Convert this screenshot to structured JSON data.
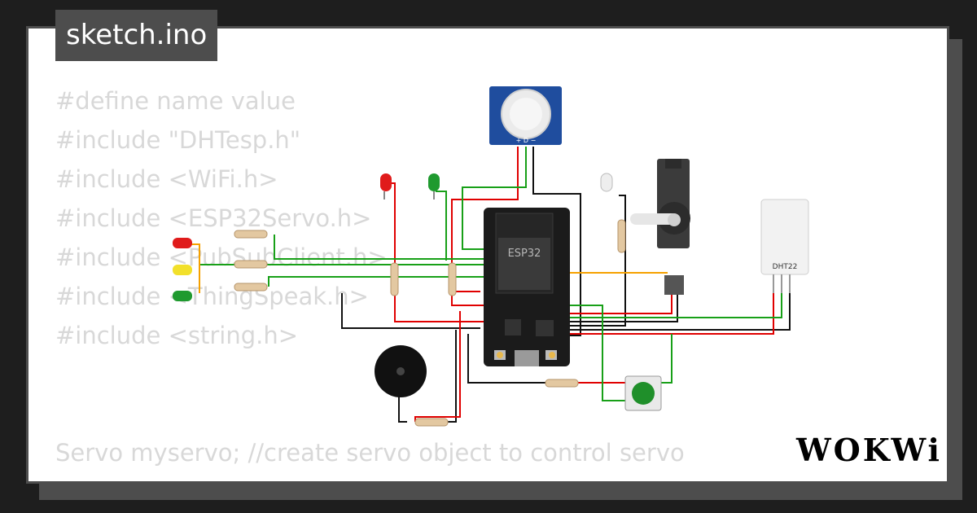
{
  "file_tab": {
    "label": "sketch.ino"
  },
  "code": {
    "lines": [
      "#define name value",
      "#include \"DHTesp.h\"",
      "#include <WiFi.h>",
      "#include <ESP32Servo.h>",
      "#include <PubSubClient.h>",
      "#include <ThingSpeak.h>",
      "#include <string.h>"
    ],
    "bottom_line": "Servo myservo; //create servo object to control servo"
  },
  "circuit": {
    "board_label": "ESP32",
    "sensor_label": "DHT22",
    "pir_pins": "+ D −"
  },
  "brand": {
    "name": "WOKWi"
  },
  "colors": {
    "frame": "#4d4d4d",
    "background": "#1e1e1e",
    "code_text": "#d8d8d8",
    "wire_red": "#e00000",
    "wire_green": "#18a018",
    "wire_black": "#111111",
    "wire_orange": "#f5a100"
  }
}
